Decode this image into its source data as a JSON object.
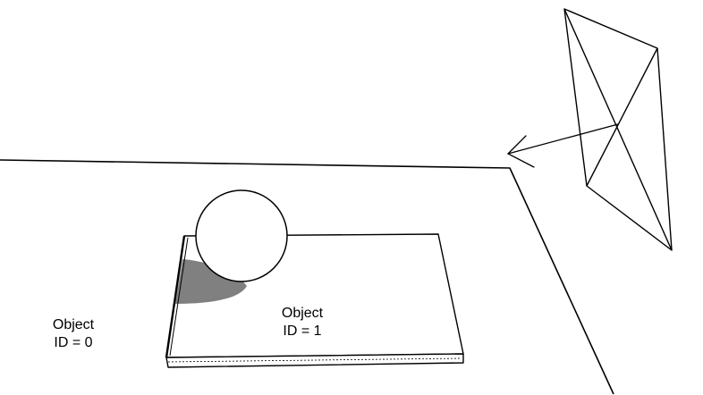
{
  "colors": {
    "background": "#ffffff",
    "line": "#000000",
    "shadow": "#808080"
  },
  "labels": {
    "object_0": {
      "line1": "Object",
      "line2": "ID = 0"
    },
    "object_1": {
      "line1": "Object",
      "line2": "ID = 1"
    }
  }
}
